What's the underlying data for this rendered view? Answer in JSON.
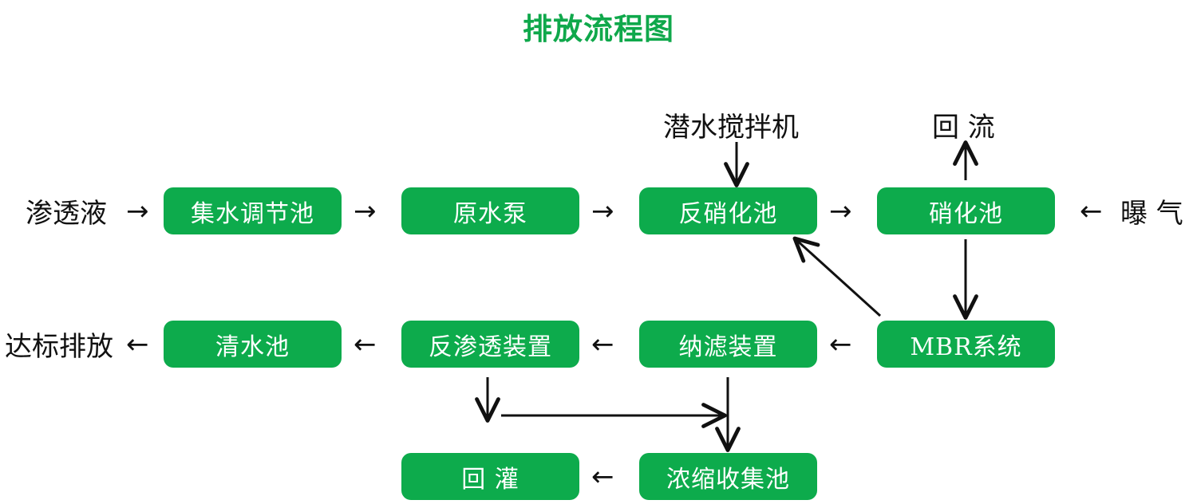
{
  "title": "排放流程图",
  "theme": {
    "node_fill": "#0DAB4C",
    "node_text": "#ffffff",
    "title_color": "#0FA84B",
    "line_color": "#111111",
    "background": "#ffffff"
  },
  "nodes": {
    "n1": {
      "label": "集水调节池"
    },
    "n2": {
      "label": "原水泵"
    },
    "n3": {
      "label": "反硝化池"
    },
    "n4": {
      "label": "硝化池"
    },
    "n5": {
      "label": "MBR系统"
    },
    "n6": {
      "label": "纳滤装置"
    },
    "n7": {
      "label": "反渗透装置"
    },
    "n8": {
      "label": "清水池"
    },
    "n9": {
      "label": "浓缩收集池"
    },
    "n10": {
      "label": "回 灌"
    }
  },
  "labels": {
    "inlet": "渗透液",
    "mixer": "潜水搅拌机",
    "reflux": "回 流",
    "aeration": "曝 气",
    "outlet": "达标排放"
  },
  "arrows": {
    "right": "→",
    "left": "←"
  }
}
